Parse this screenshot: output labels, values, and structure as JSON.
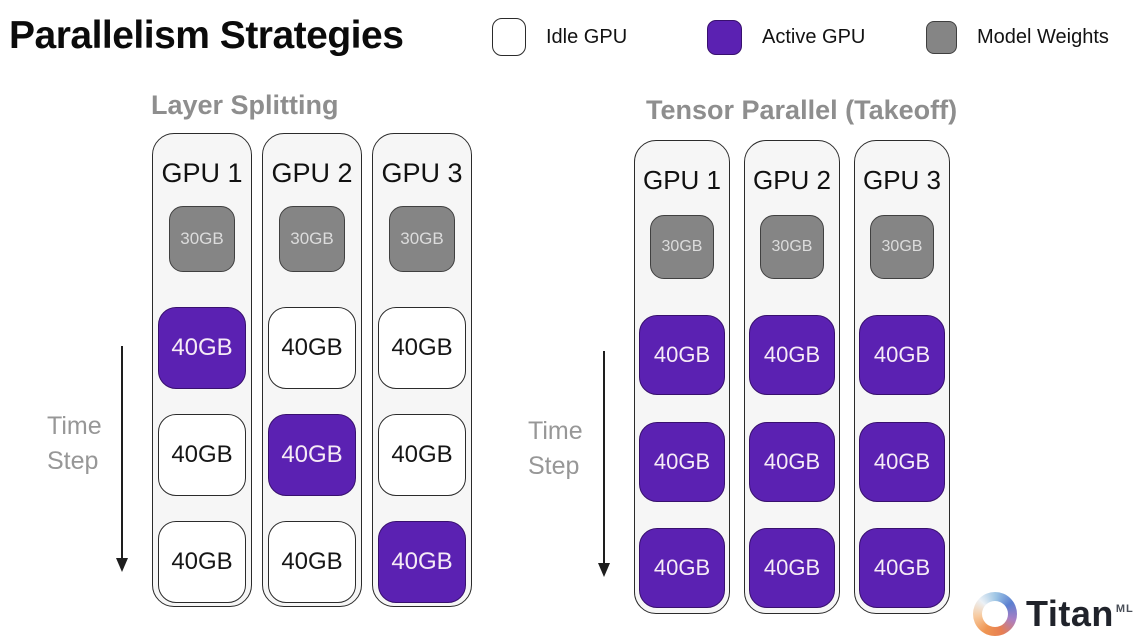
{
  "title": "Parallelism Strategies",
  "legend": [
    {
      "label": "Idle GPU",
      "state": "idle",
      "color": "#ffffff"
    },
    {
      "label": "Active GPU",
      "state": "active",
      "color": "#5b21b2"
    },
    {
      "label": "Model Weights",
      "state": "weights",
      "color": "#858585"
    }
  ],
  "colors": {
    "active": "#5b21b2",
    "weights": "#858585",
    "idle": "#ffffff"
  },
  "sections": [
    {
      "title": "Layer Splitting",
      "time_label": {
        "line1": "Time",
        "line2": "Step"
      },
      "gpus": [
        {
          "name": "GPU 1",
          "weights": "30GB",
          "slots": [
            {
              "value": "40GB",
              "state": "active"
            },
            {
              "value": "40GB",
              "state": "idle"
            },
            {
              "value": "40GB",
              "state": "idle"
            }
          ]
        },
        {
          "name": "GPU 2",
          "weights": "30GB",
          "slots": [
            {
              "value": "40GB",
              "state": "idle"
            },
            {
              "value": "40GB",
              "state": "active"
            },
            {
              "value": "40GB",
              "state": "idle"
            }
          ]
        },
        {
          "name": "GPU 3",
          "weights": "30GB",
          "slots": [
            {
              "value": "40GB",
              "state": "idle"
            },
            {
              "value": "40GB",
              "state": "idle"
            },
            {
              "value": "40GB",
              "state": "active"
            }
          ]
        }
      ]
    },
    {
      "title": "Tensor Parallel (Takeoff)",
      "time_label": {
        "line1": "Time",
        "line2": "Step"
      },
      "gpus": [
        {
          "name": "GPU 1",
          "weights": "30GB",
          "slots": [
            {
              "value": "40GB",
              "state": "active"
            },
            {
              "value": "40GB",
              "state": "active"
            },
            {
              "value": "40GB",
              "state": "active"
            }
          ]
        },
        {
          "name": "GPU 2",
          "weights": "30GB",
          "slots": [
            {
              "value": "40GB",
              "state": "active"
            },
            {
              "value": "40GB",
              "state": "active"
            },
            {
              "value": "40GB",
              "state": "active"
            }
          ]
        },
        {
          "name": "GPU 3",
          "weights": "30GB",
          "slots": [
            {
              "value": "40GB",
              "state": "active"
            },
            {
              "value": "40GB",
              "state": "active"
            },
            {
              "value": "40GB",
              "state": "active"
            }
          ]
        }
      ]
    }
  ],
  "logo": {
    "word": "Titan",
    "superscript": "ML"
  }
}
